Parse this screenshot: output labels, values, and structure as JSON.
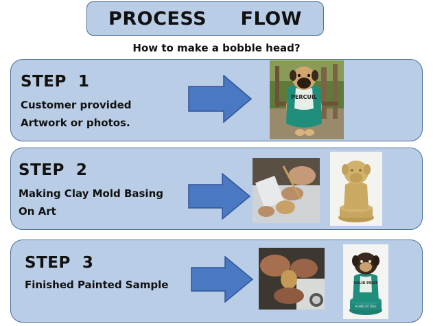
{
  "header": {
    "title": "PROCESS     FLOW",
    "subtitle": "How to make a bobble head?"
  },
  "steps": [
    {
      "title": "STEP  1",
      "description_lines": [
        "Customer provided",
        "Artwork or photos."
      ],
      "photo_text": "PERCUIL"
    },
    {
      "title": "STEP  2",
      "description_lines": [
        "Making Clay Mold Basing",
        "On Art"
      ]
    },
    {
      "title": "STEP  3",
      "description_lines": [
        "Finished Painted Sample"
      ],
      "photo_text_1": "SOLID PRIZE",
      "photo_text_2": "M AND OF DOG"
    }
  ],
  "colors": {
    "panel_fill": "#b9cde6",
    "panel_border": "#4a6d9a",
    "arrow_fill": "#4a78c2",
    "arrow_stroke": "#2f5597"
  }
}
